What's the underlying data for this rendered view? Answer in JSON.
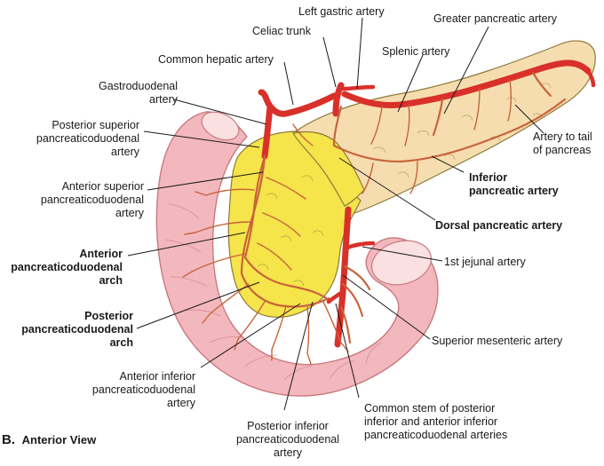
{
  "colors": {
    "duodenum": "#f3b8bd",
    "duodenum_inner": "#fbe0e2",
    "duodenum_edge": "#c87a80",
    "pancreas_head": "#f5e44a",
    "pancreas_body": "#f6ddb0",
    "pancreas_edge": "#8c7a3a",
    "artery": "#d9302a",
    "artery_dark": "#a11d18",
    "artery_small": "#c8643c"
  },
  "caption": {
    "letter": "B.",
    "text": "Anterior View"
  },
  "labels": [
    {
      "id": "left-gastric-artery",
      "lines": [
        "Left gastric artery"
      ],
      "bold": false
    },
    {
      "id": "celiac-trunk",
      "lines": [
        "Celiac trunk"
      ],
      "bold": false
    },
    {
      "id": "greater-pancreatic-artery",
      "lines": [
        "Greater pancreatic artery"
      ],
      "bold": false
    },
    {
      "id": "common-hepatic-artery",
      "lines": [
        "Common hepatic artery"
      ],
      "bold": false
    },
    {
      "id": "splenic-artery",
      "lines": [
        "Splenic artery"
      ],
      "bold": false
    },
    {
      "id": "gastroduodenal-artery",
      "lines": [
        "Gastroduodenal",
        "artery"
      ],
      "bold": false
    },
    {
      "id": "posterior-superior-pd-artery",
      "lines": [
        "Posterior superior",
        "pancreaticoduodenal",
        "artery"
      ],
      "bold": false
    },
    {
      "id": "artery-to-tail",
      "lines": [
        "Artery to tail",
        "of pancreas"
      ],
      "bold": false
    },
    {
      "id": "anterior-superior-pd-artery",
      "lines": [
        "Anterior superior",
        "pancreaticoduodenal",
        "artery"
      ],
      "bold": false
    },
    {
      "id": "inferior-pancreatic-artery",
      "lines": [
        "Inferior",
        "pancreatic artery"
      ],
      "bold": true
    },
    {
      "id": "dorsal-pancreatic-artery",
      "lines": [
        "Dorsal pancreatic artery"
      ],
      "bold": true
    },
    {
      "id": "anterior-pd-arch",
      "lines": [
        "Anterior",
        "pancreaticoduodenal",
        "arch"
      ],
      "bold": true
    },
    {
      "id": "first-jejunal-artery",
      "lines": [
        "1st jejunal artery"
      ],
      "bold": false
    },
    {
      "id": "posterior-pd-arch",
      "lines": [
        "Posterior",
        "pancreaticoduodenal",
        "arch"
      ],
      "bold": true
    },
    {
      "id": "superior-mesenteric-artery",
      "lines": [
        "Superior mesenteric artery"
      ],
      "bold": false
    },
    {
      "id": "anterior-inferior-pd-artery",
      "lines": [
        "Anterior inferior",
        "pancreaticoduodenal",
        "artery"
      ],
      "bold": false
    },
    {
      "id": "common-stem",
      "lines": [
        "Common stem of posterior",
        "inferior and anterior inferior",
        "pancreaticoduodenal arteries"
      ],
      "bold": false
    },
    {
      "id": "posterior-inferior-pd-artery",
      "lines": [
        "Posterior inferior",
        "pancreaticoduodenal",
        "artery"
      ],
      "bold": false
    }
  ]
}
